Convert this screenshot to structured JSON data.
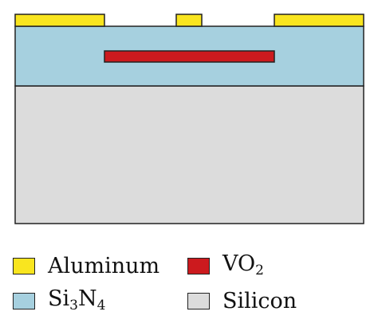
{
  "colors": {
    "aluminum": "#f9e51f",
    "vo2": "#cc1a1e",
    "si3n4": "#a6d0df",
    "silicon": "#dcdcdc",
    "outline": "#222222"
  },
  "legend": {
    "aluminum": {
      "label": "Aluminum",
      "color": "#f9e51f"
    },
    "vo2": {
      "label_main": "VO",
      "label_sub": "2",
      "color": "#cc1a1e"
    },
    "si3n4": {
      "label_a": "Si",
      "sub_a": "3",
      "label_b": "N",
      "sub_b": "4",
      "color": "#a6d0df"
    },
    "silicon": {
      "label": "Silicon",
      "color": "#dcdcdc"
    }
  }
}
